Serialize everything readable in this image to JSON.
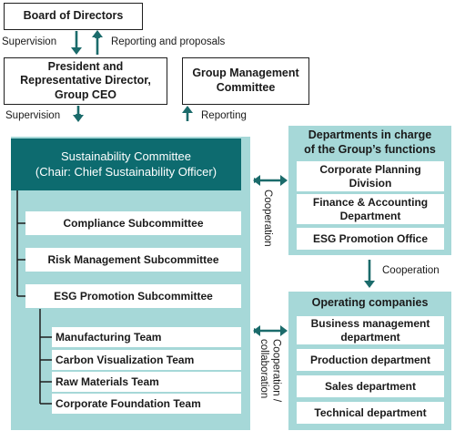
{
  "board": "Board of Directors",
  "president": "President and\nRepresentative Director,\nGroup CEO",
  "group_mgmt": "Group Management\nCommittee",
  "labels": {
    "supervision_top": "Supervision",
    "reporting_proposals": "Reporting and proposals",
    "supervision_mid": "Supervision",
    "reporting": "Reporting",
    "cooperation_right": "Cooperation",
    "cooperation_mid": "Cooperation",
    "cooperation_collab": "Cooperation /\ncollaboration"
  },
  "sustainability": {
    "title": "Sustainability Committee\n(Chair: Chief Sustainability Officer)",
    "subcommittees": [
      "Compliance Subcommittee",
      "Risk Management Subcommittee",
      "ESG Promotion Subcommittee"
    ],
    "teams": [
      "Manufacturing Team",
      "Carbon Visualization Team",
      "Raw Materials Team",
      "Corporate Foundation Team"
    ]
  },
  "group_functions": {
    "title": "Departments in charge\nof the Group’s functions",
    "items": [
      "Corporate Planning\nDivision",
      "Finance & Accounting\nDepartment",
      "ESG Promotion Office"
    ]
  },
  "operating": {
    "title": "Operating companies",
    "items": [
      "Business management\ndepartment",
      "Production department",
      "Sales department",
      "Technical department"
    ]
  },
  "colors": {
    "accent_dark": "#0d6b6f",
    "panel": "#a6d8d8",
    "arrow": "#1b6b6b"
  }
}
